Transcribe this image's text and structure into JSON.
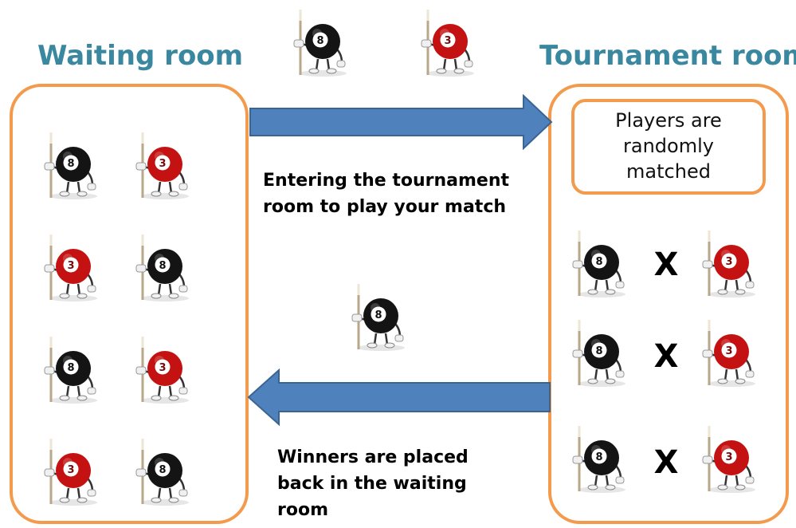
{
  "titles": {
    "waiting_room": "Waiting room",
    "tournament_room": "Tournament room"
  },
  "tournament_note": "Players are randomly matched",
  "captions": {
    "entering": "Entering the tournament room to play your match",
    "winners": "Winners are placed\n back in the waiting\nroom"
  },
  "balls": {
    "black": "8",
    "red": "3"
  },
  "match_symbol": "X",
  "icons": {
    "player_8": "eight-ball-player-icon",
    "player_3": "three-ball-player-icon",
    "versus": "versus-x-icon",
    "arrow_right": "arrow-right-icon",
    "arrow_left": "arrow-left-icon"
  },
  "colors": {
    "title": "#3a87a0",
    "room_border": "#f39a4c",
    "arrow_fill": "#4f81bd",
    "arrow_stroke": "#3a6593",
    "ball_black": "#141414",
    "ball_red": "#c41212"
  }
}
